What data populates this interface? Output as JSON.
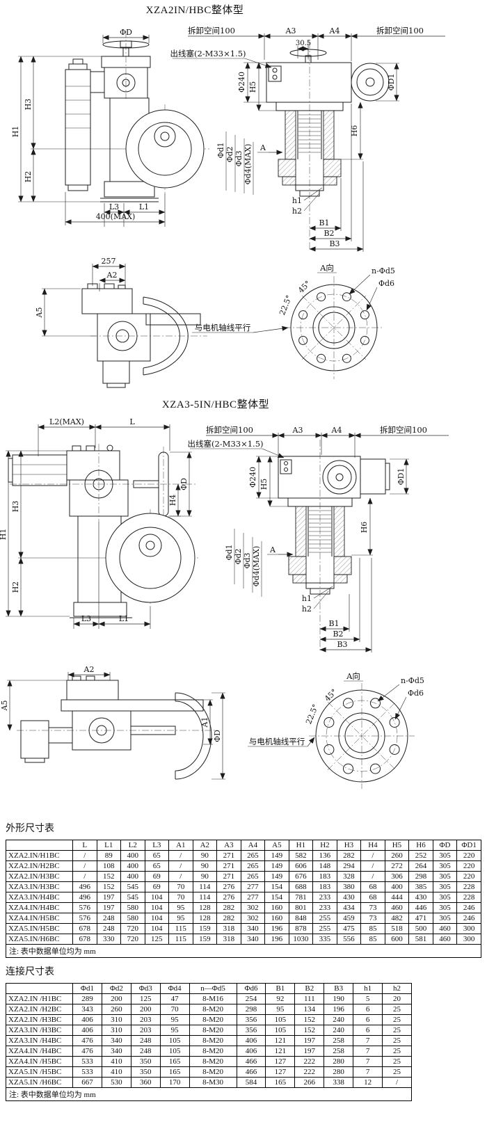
{
  "drawing1": {
    "title": "XZA2IN/HBC整体型",
    "labels": {
      "phiD": "ΦD",
      "space_left": "拆卸空间100",
      "A3": "A3",
      "A4": "A4",
      "space_right": "拆卸空间100",
      "dim30_5": "30.5",
      "cable_gland": "出线塞(2-M33×1.5)",
      "phi240": "Φ240",
      "H5": "H5",
      "H1": "H1",
      "H3": "H3",
      "H2": "H2",
      "H6": "H6",
      "phiD1": "ΦD1",
      "phid1": "Φd1",
      "phid2": "Φd2",
      "phid3": "Φd3",
      "phid4": "Φd4(MAX)",
      "A": "A",
      "L3": "L3",
      "L1": "L1",
      "max400": "400(MAX)",
      "h1": "h1",
      "h2": "h2",
      "B1": "B1",
      "B2": "B2",
      "B3": "B3"
    }
  },
  "drawing2": {
    "labels": {
      "dim257": "257",
      "A2": "A2",
      "A5": "A5",
      "view_A": "A向",
      "n_phid5": "n-Φd5",
      "phid6": "Φd6",
      "angle45": "45°",
      "angle22_5": "22.5°",
      "parallel_note": "与电机轴线平行"
    }
  },
  "drawing3": {
    "title": "XZA3-5IN/HBC整体型",
    "labels": {
      "L2max": "L2(MAX)",
      "L": "L",
      "space_left": "拆卸空间100",
      "A3": "A3",
      "A4": "A4",
      "space_right": "拆卸空间100",
      "cable_gland": "出线塞(2-M33×1.5)",
      "phi240": "Φ240",
      "H4": "H4",
      "phiD": "ΦD",
      "phiD1": "ΦD1",
      "H1": "H1",
      "H3": "H3",
      "H2": "H2",
      "H5": "H5",
      "H6": "H6",
      "phid1": "Φd1",
      "phid2": "Φd2",
      "phid3": "Φd3",
      "phid4": "Φd4(MAX)",
      "A": "A",
      "L3": "L3",
      "L1": "L1",
      "h1": "h1",
      "h2": "h2",
      "B1": "B1",
      "B2": "B2",
      "B3": "B3"
    }
  },
  "drawing4": {
    "labels": {
      "A2": "A2",
      "A5": "A5",
      "A1": "A1",
      "phiD": "ΦD",
      "view_A": "A向",
      "n_phid5": "n-Φd5",
      "phid6": "Φd6",
      "angle45": "45°",
      "angle22_5": "22.5°",
      "parallel_note": "与电机轴线平行"
    }
  },
  "table1": {
    "title": "外形尺寸表",
    "headers": [
      "L",
      "L1",
      "L2",
      "L3",
      "A1",
      "A2",
      "A3",
      "A4",
      "A5",
      "H1",
      "H2",
      "H3",
      "H4",
      "H5",
      "H6",
      "ΦD",
      "ΦD1"
    ],
    "rows": [
      {
        "model": "XZA2.IN/H1BC",
        "values": [
          "/",
          "89",
          "400",
          "65",
          "/",
          "90",
          "271",
          "265",
          "149",
          "582",
          "136",
          "282",
          "/",
          "260",
          "252",
          "305",
          "220"
        ]
      },
      {
        "model": "XZA2.IN/H2BC",
        "values": [
          "/",
          "108",
          "400",
          "65",
          "/",
          "90",
          "271",
          "265",
          "149",
          "606",
          "148",
          "294",
          "/",
          "272",
          "264",
          "305",
          "220"
        ]
      },
      {
        "model": "XZA2.IN/H3BC",
        "values": [
          "/",
          "152",
          "400",
          "69",
          "/",
          "90",
          "271",
          "265",
          "149",
          "676",
          "183",
          "328",
          "/",
          "306",
          "298",
          "305",
          "220"
        ]
      },
      {
        "model": "XZA3.IN/H3BC",
        "values": [
          "496",
          "152",
          "545",
          "69",
          "70",
          "114",
          "276",
          "277",
          "154",
          "688",
          "183",
          "380",
          "68",
          "400",
          "385",
          "305",
          "228"
        ]
      },
      {
        "model": "XZA3.IN/H4BC",
        "values": [
          "496",
          "197",
          "545",
          "104",
          "70",
          "114",
          "276",
          "277",
          "154",
          "781",
          "233",
          "430",
          "68",
          "444",
          "430",
          "305",
          "228"
        ]
      },
      {
        "model": "XZA4.IN/H4BC",
        "values": [
          "576",
          "197",
          "580",
          "104",
          "95",
          "128",
          "282",
          "302",
          "160",
          "801",
          "233",
          "434",
          "73",
          "460",
          "446",
          "305",
          "246"
        ]
      },
      {
        "model": "XZA4.IN/H5BC",
        "values": [
          "576",
          "248",
          "580",
          "104",
          "95",
          "128",
          "282",
          "302",
          "160",
          "848",
          "255",
          "459",
          "73",
          "482",
          "471",
          "305",
          "246"
        ]
      },
      {
        "model": "XZA5.IN/H5BC",
        "values": [
          "678",
          "248",
          "720",
          "104",
          "115",
          "159",
          "318",
          "340",
          "196",
          "878",
          "255",
          "475",
          "85",
          "518",
          "500",
          "460",
          "300"
        ]
      },
      {
        "model": "XZA5.IN/H6BC",
        "values": [
          "678",
          "330",
          "720",
          "125",
          "115",
          "159",
          "318",
          "340",
          "196",
          "1030",
          "335",
          "556",
          "85",
          "600",
          "581",
          "460",
          "300"
        ]
      }
    ],
    "note": "注: 表中数据单位均为 mm"
  },
  "table2": {
    "title": "连接尺寸表",
    "headers": [
      "Φd1",
      "Φd2",
      "Φd3",
      "Φd4",
      "n—Φd5",
      "Φd6",
      "B1",
      "B2",
      "B3",
      "h1",
      "h2"
    ],
    "rows": [
      {
        "model": "XZA2.IN /H1BC",
        "values": [
          "289",
          "200",
          "125",
          "47",
          "8-M16",
          "254",
          "92",
          "111",
          "190",
          "5",
          "20"
        ]
      },
      {
        "model": "XZA2.IN /H2BC",
        "values": [
          "343",
          "260",
          "200",
          "70",
          "8-M20",
          "298",
          "95",
          "134",
          "196",
          "6",
          "25"
        ]
      },
      {
        "model": "XZA2.IN /H3BC",
        "values": [
          "406",
          "310",
          "203",
          "95",
          "8-M20",
          "356",
          "105",
          "152",
          "240",
          "6",
          "25"
        ]
      },
      {
        "model": "XZA3.IN /H3BC",
        "values": [
          "406",
          "310",
          "203",
          "95",
          "8-M20",
          "356",
          "105",
          "152",
          "240",
          "6",
          "25"
        ]
      },
      {
        "model": "XZA3.IN /H4BC",
        "values": [
          "476",
          "340",
          "248",
          "105",
          "8-M20",
          "406",
          "121",
          "197",
          "258",
          "7",
          "25"
        ]
      },
      {
        "model": "XZA4.IN /H4BC",
        "values": [
          "476",
          "340",
          "248",
          "105",
          "8-M20",
          "406",
          "121",
          "197",
          "258",
          "7",
          "25"
        ]
      },
      {
        "model": "XZA4.IN /H5BC",
        "values": [
          "533",
          "410",
          "350",
          "165",
          "8-M20",
          "466",
          "127",
          "222",
          "280",
          "7",
          "25"
        ]
      },
      {
        "model": "XZA5.IN /H5BC",
        "values": [
          "533",
          "410",
          "350",
          "165",
          "8-M20",
          "466",
          "127",
          "222",
          "280",
          "7",
          "25"
        ]
      },
      {
        "model": "XZA5.IN /H6BC",
        "values": [
          "667",
          "530",
          "360",
          "170",
          "8-M30",
          "584",
          "165",
          "266",
          "338",
          "12",
          "/"
        ]
      }
    ],
    "note": "注: 表中数据单位均为 mm"
  }
}
